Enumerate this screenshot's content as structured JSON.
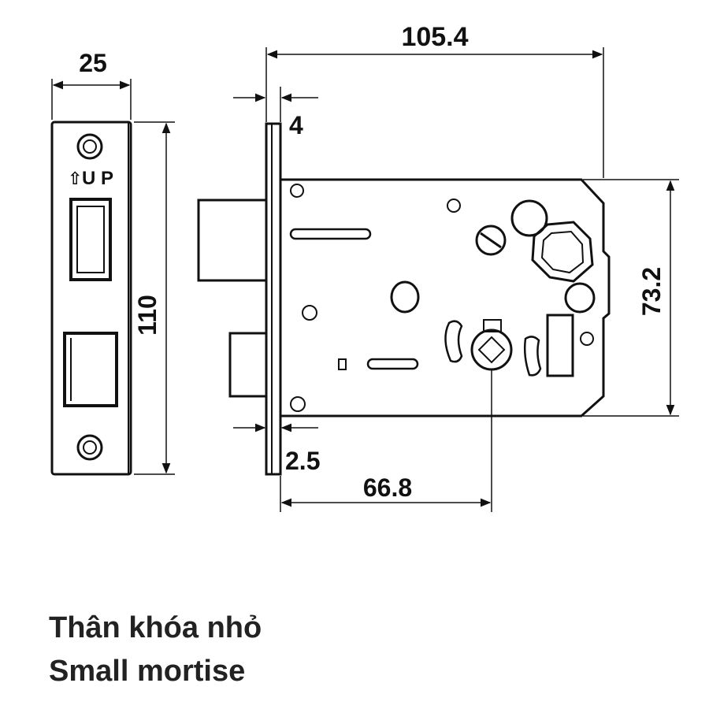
{
  "dimensions": {
    "faceplate_width": "25",
    "faceplate_height": "110",
    "overall_width": "105.4",
    "faceplate_thickness": "4",
    "body_height": "73.2",
    "plate_offset": "2.5",
    "backset": "66.8"
  },
  "faceplate_label": {
    "arrow": "⇧",
    "text": "U P"
  },
  "caption": {
    "line1": "Thân khóa nhỏ",
    "line2": "Small mortise"
  }
}
